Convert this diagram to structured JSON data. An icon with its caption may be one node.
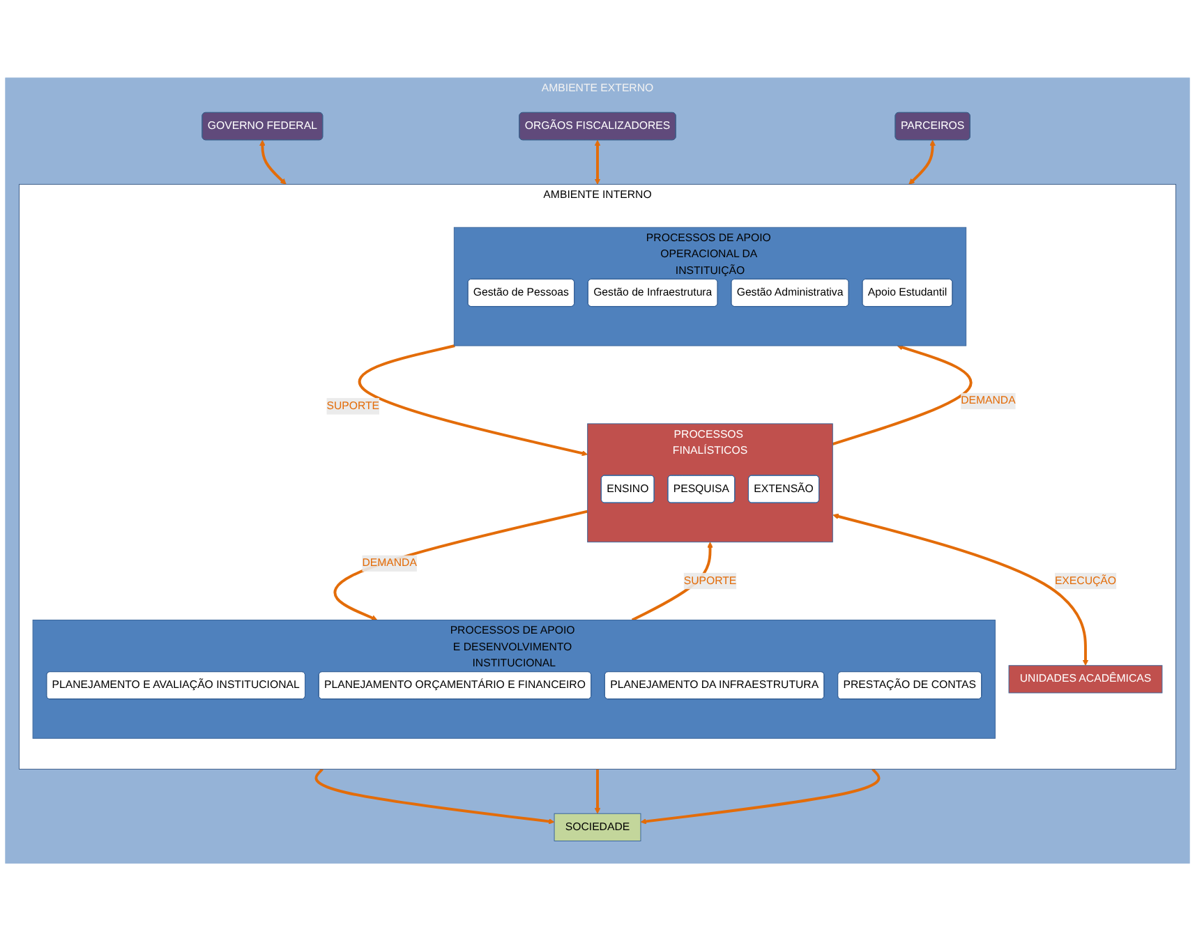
{
  "diagram": {
    "nodes": [
      {
        "text": [
          "AMBIENTE EXTERNO"
        ]
      },
      {
        "text": [
          "GOVERNO FEDERAL"
        ],
        "in": 0
      },
      {
        "text": [
          "ORGÃOS FISCALIZADORES"
        ],
        "in": 0
      },
      {
        "text": [
          "PARCEIROS"
        ],
        "in": 0
      },
      {
        "text": [
          "AMBIENTE INTERNO"
        ],
        "in": 0
      },
      {
        "text": [
          "PROCESSOS DE APOIO E DESENVOLVIMENTO INSTITUCIONAL"
        ],
        "in": 4
      },
      {
        "text": [
          "PLANEJAMENTO E AVALIAÇÃO INSTITUCIONAL"
        ],
        "in": 5
      },
      {
        "text": [
          "PLANEJAMENTO ORÇAMENTÁRIO E FINANCEIRO"
        ],
        "in": 5
      },
      {
        "text": [
          "PLANEJAMENTO DA INFRAESTRUTURA"
        ],
        "in": 5
      },
      {
        "text": [
          "PRESTAÇÃO DE CONTAS"
        ],
        "in": 5
      },
      {
        "text": [
          "PROCESSOS FINALÍSTICOS"
        ],
        "in": 4
      },
      {
        "text": [
          "ENSINO"
        ],
        "in": 10
      },
      {
        "text": [
          "PESQUISA"
        ],
        "in": 10
      },
      {
        "text": [
          "EXTENSÃO"
        ],
        "in": 10
      },
      {
        "text": [
          "PROCESSOS DE APOIO OPERACIONAL DA INSTITUIÇÃO"
        ],
        "in": 4
      },
      {
        "text": [
          "Gestão de Pessoas"
        ],
        "in": 14
      },
      {
        "text": [
          "Gestão de Infraestrutura"
        ],
        "in": 14
      },
      {
        "text": [
          "Gestão Administrativa"
        ],
        "in": 14
      },
      {
        "text": [
          "Apoio Estudantil"
        ],
        "in": 14
      },
      {
        "text": [
          "UNIDADES ACADÊMICAS"
        ],
        "in": 4
      },
      {
        "text": [
          "SOCIEDADE"
        ],
        "in": 0
      }
    ],
    "edges": [
      {
        "from": 1,
        "to": 4,
        "arrow": "both"
      },
      {
        "from": 2,
        "to": 4,
        "arrow": "both"
      },
      {
        "from": 3,
        "to": 4,
        "arrow": "both"
      },
      {
        "from": 5,
        "to": 10,
        "arrow": "to",
        "label": "SUPORTE"
      },
      {
        "from": 10,
        "to": 5,
        "arrow": "to",
        "label": "DEMANDA"
      },
      {
        "from": 10,
        "to": 14,
        "arrow": "to",
        "label": "DEMANDA"
      },
      {
        "from": 14,
        "to": 10,
        "arrow": "to",
        "label": "SUPORTE"
      },
      {
        "from": 10,
        "to": 19,
        "arrow": "both",
        "label": "EXECUÇÃO"
      },
      {
        "from": 4,
        "to": 20,
        "arrow": "to"
      },
      {
        "from": 4,
        "to": 20,
        "arrow": "to"
      },
      {
        "from": 4,
        "to": 20,
        "arrow": "to"
      }
    ]
  }
}
